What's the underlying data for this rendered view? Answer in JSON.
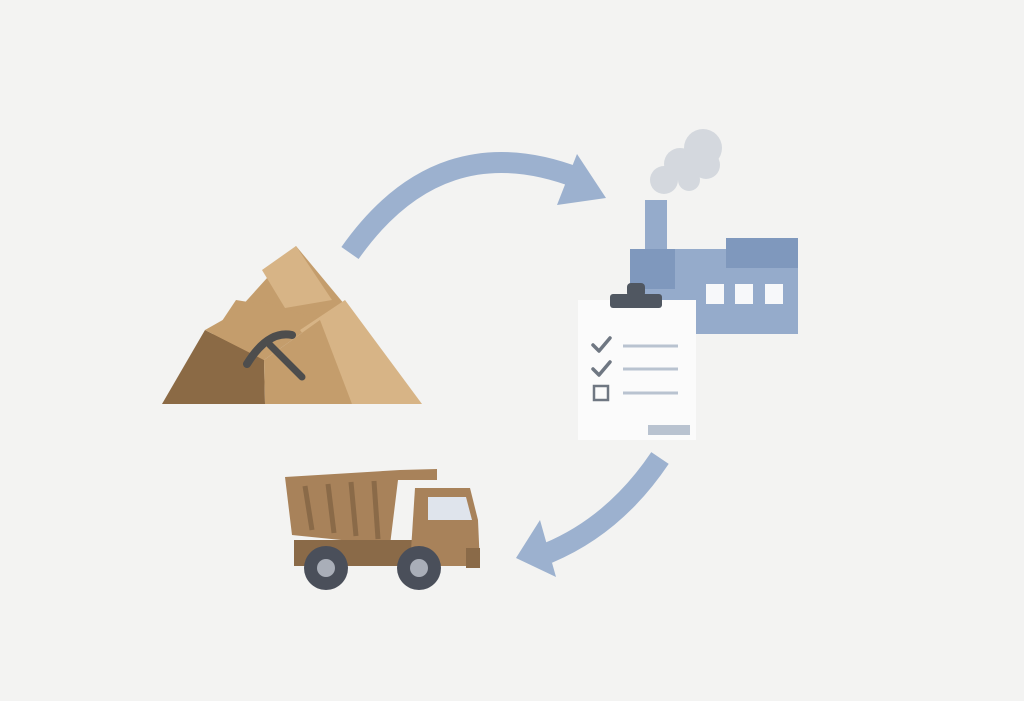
{
  "diagram": {
    "flow": [
      "mine",
      "factory",
      "inspection",
      "transport"
    ],
    "nodes": {
      "mine": {
        "icon": "mine-mountain-icon",
        "tool_icon": "pickaxe-icon"
      },
      "factory": {
        "icon": "factory-icon",
        "emission_icon": "smoke-icon"
      },
      "inspection": {
        "icon": "clipboard-checklist-icon",
        "checklist": [
          {
            "state": "checked"
          },
          {
            "state": "checked"
          },
          {
            "state": "unchecked"
          }
        ]
      },
      "transport": {
        "icon": "dump-truck-icon"
      }
    },
    "arrows": [
      {
        "from": "mine",
        "to": "factory",
        "icon": "curved-arrow-icon"
      },
      {
        "from": "inspection",
        "to": "transport",
        "icon": "curved-arrow-icon"
      }
    ]
  },
  "colors": {
    "background": "#f3f3f2",
    "arrow": "#9cb1cf",
    "factory": "#95abcb",
    "factory_dark": "#7f98bd",
    "factory_window": "#f7f8fa",
    "smoke": "#d4d8de",
    "mountain_light": "#d7b486",
    "mountain_mid": "#c49d6c",
    "mountain_dark": "#8b6a45",
    "tool": "#4d4d4d",
    "truck_body": "#a8825a",
    "truck_dark": "#8a6a48",
    "truck_window": "#dfe4ec",
    "wheel": "#4a4f5a",
    "wheel_hub": "#a9aeb8",
    "paper": "#fbfbfb",
    "clip": "#505761",
    "check": "#6f7782",
    "line": "#b9c3d0"
  }
}
